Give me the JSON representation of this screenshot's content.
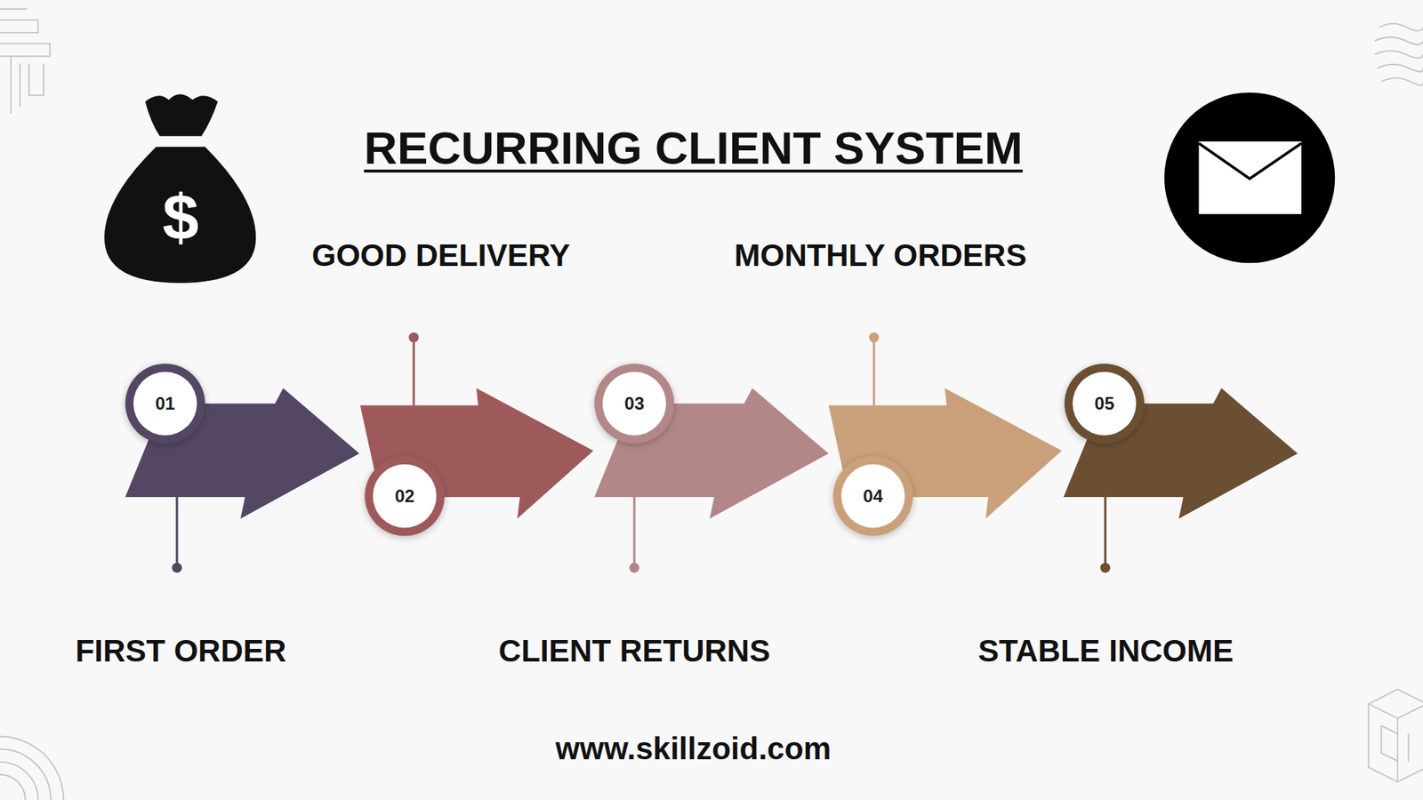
{
  "diagram": {
    "title": "RECURRING CLIENT SYSTEM",
    "nodes": [
      {
        "text": [
          "01",
          "FIRST ORDER"
        ]
      },
      {
        "text": [
          "02",
          "GOOD DELIVERY"
        ]
      },
      {
        "text": [
          "03",
          "CLIENT RETURNS"
        ]
      },
      {
        "text": [
          "04",
          "MONTHLY ORDERS"
        ]
      },
      {
        "text": [
          "05",
          "STABLE INCOME"
        ]
      }
    ],
    "labels": [
      "$",
      "www.skillzoid.com"
    ]
  }
}
